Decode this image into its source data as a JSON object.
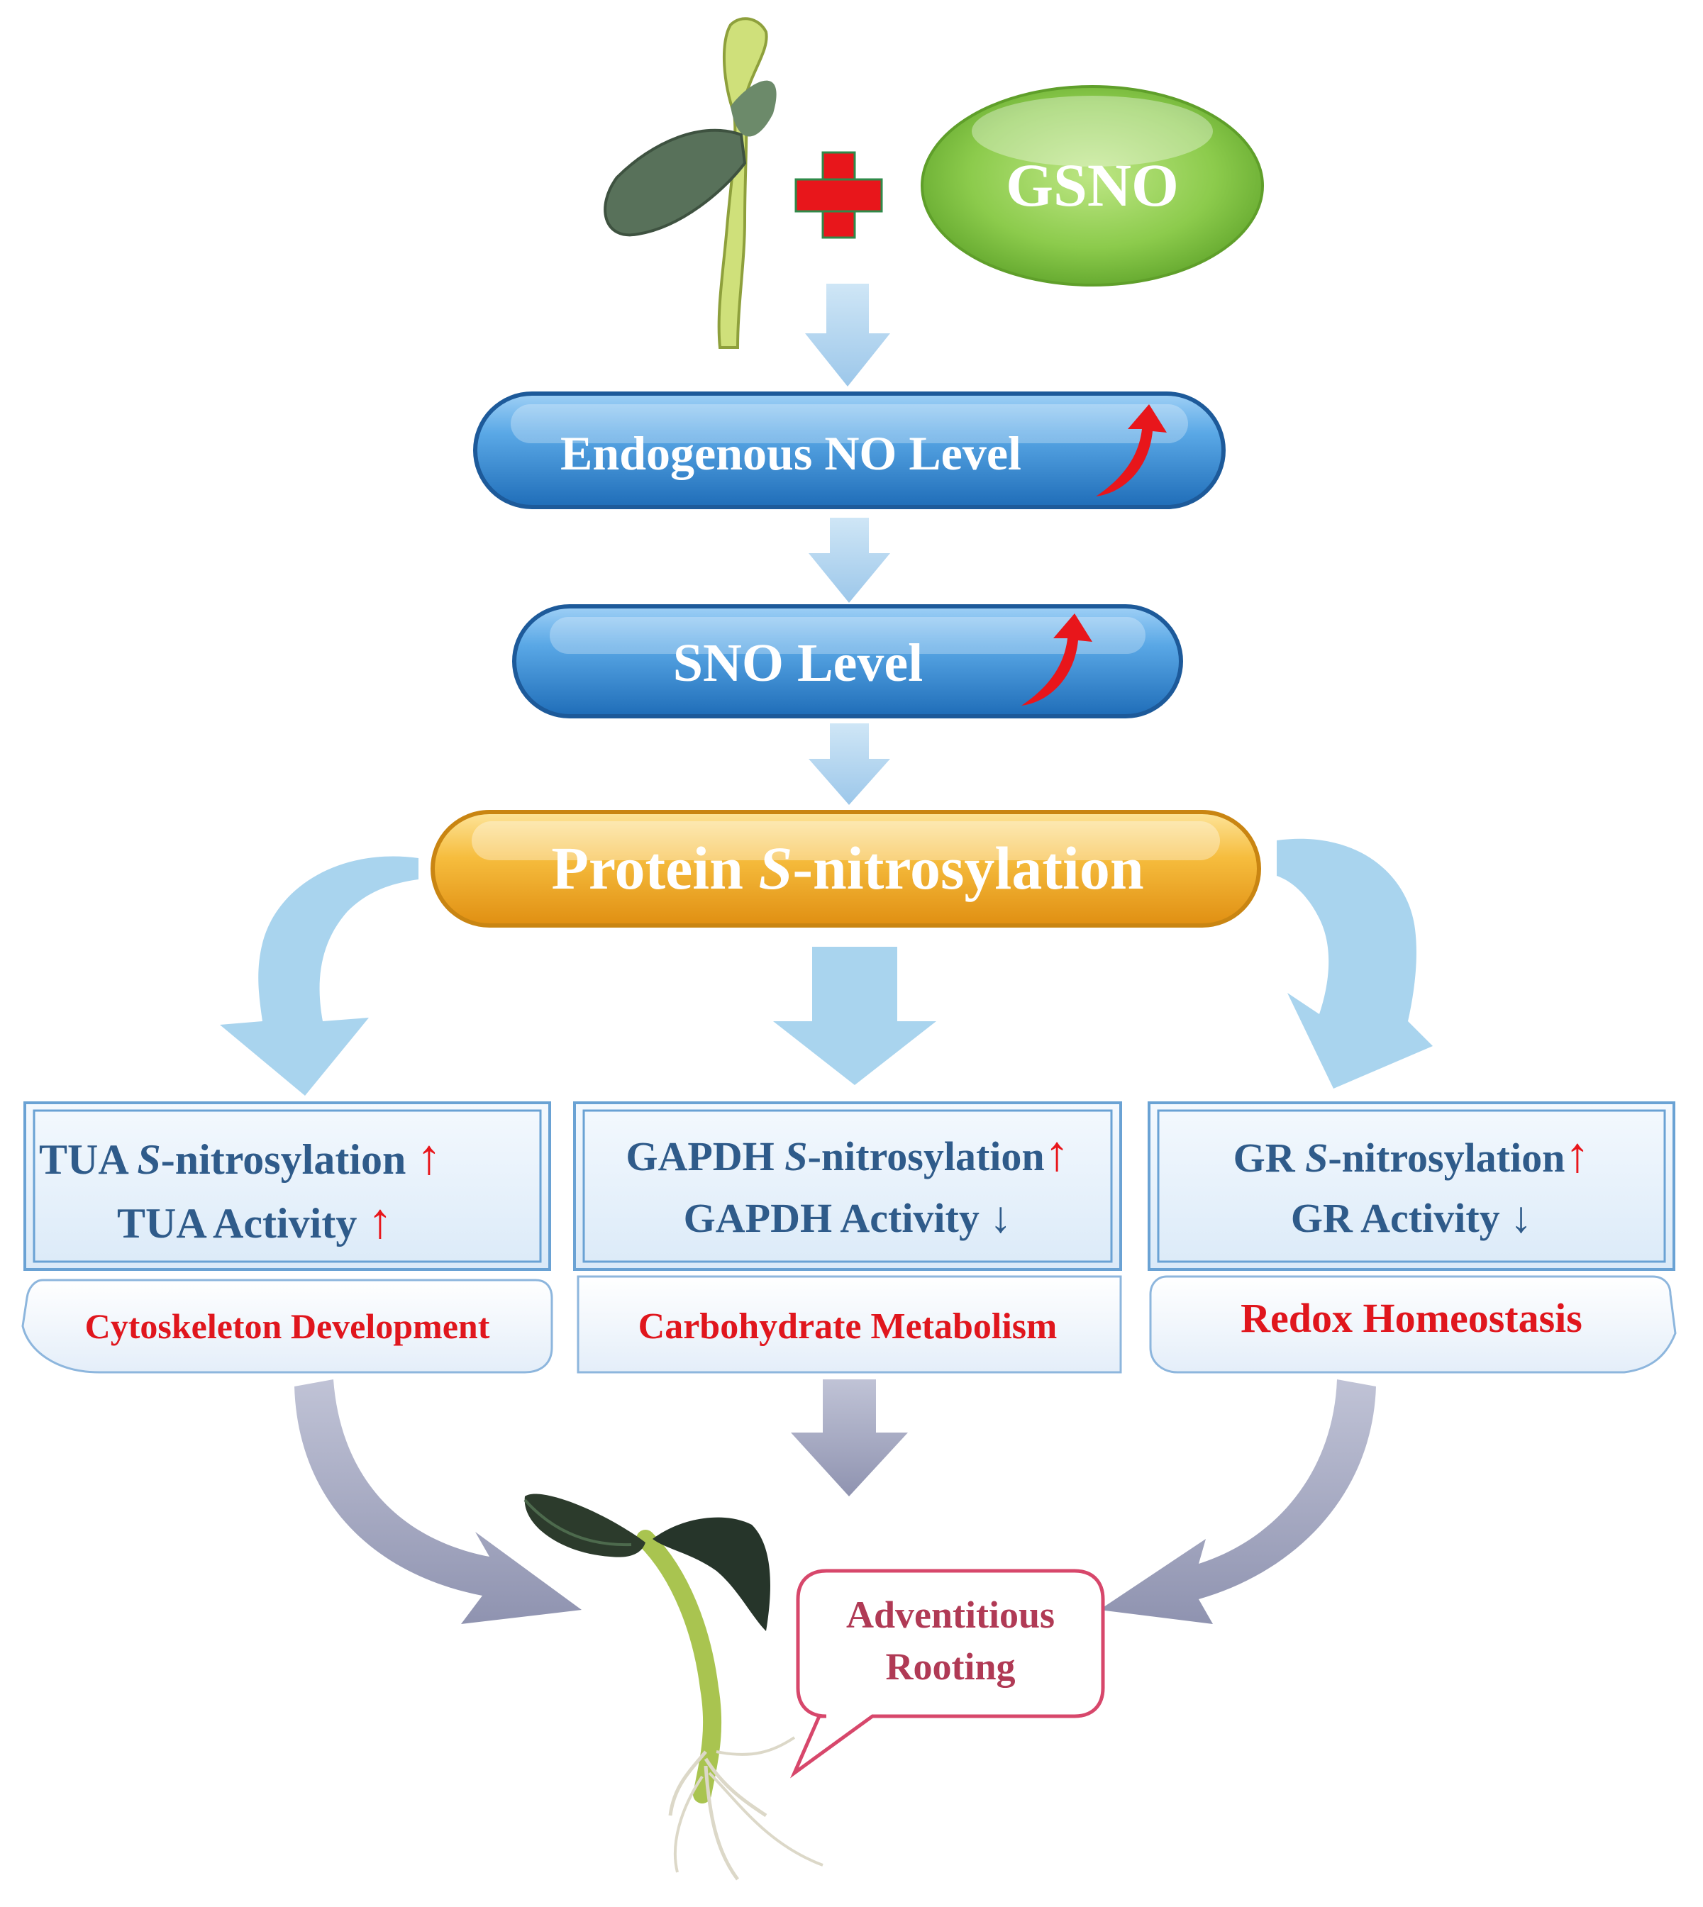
{
  "gsno": {
    "label": "GSNO"
  },
  "endo": {
    "label": "Endogenous NO Level"
  },
  "sno": {
    "label": "SNO Level"
  },
  "protein": {
    "label_pre": "Protein ",
    "label_italic": "S",
    "label_post": "-nitrosylation"
  },
  "boxes": [
    {
      "protein": "TUA",
      "line1_pre": "TUA ",
      "line1_italic": "S",
      "line1_post": "-nitrosylation ",
      "line1_arrow": "↑",
      "line2": "TUA Activity ",
      "line2_arrow": "↑",
      "process": "Cytoskeleton Development"
    },
    {
      "protein": "GAPDH",
      "line1_pre": "GAPDH ",
      "line1_italic": "S",
      "line1_post": "-nitrosylation",
      "line1_arrow": "↑",
      "line2": "GAPDH Activity ",
      "line2_arrow": "↓",
      "process": "Carbohydrate Metabolism"
    },
    {
      "protein": "GR",
      "line1_pre": "GR ",
      "line1_italic": "S",
      "line1_post": "-nitrosylation",
      "line1_arrow": "↑",
      "line2": "GR Activity ",
      "line2_arrow": "↓",
      "process": "Redox Homeostasis"
    }
  ],
  "callout": {
    "line1": "Adventitious",
    "line2": "Rooting"
  },
  "colors": {
    "blue_pill": "#3f8fd0",
    "orange_pill": "#f2b230",
    "green_oval": "#8ac94a",
    "box_text": "#2f5b8a",
    "red": "#e8161b",
    "process_text": "#e0161d",
    "light_arrow": "#a9d4ee",
    "gray_arrow": "#a8acc4",
    "callout_border": "#d7476b",
    "callout_text": "#b03a55"
  },
  "icons": [
    "seedling-icon",
    "plus-icon",
    "up-arrow-icon",
    "rooted-seedling-icon"
  ]
}
